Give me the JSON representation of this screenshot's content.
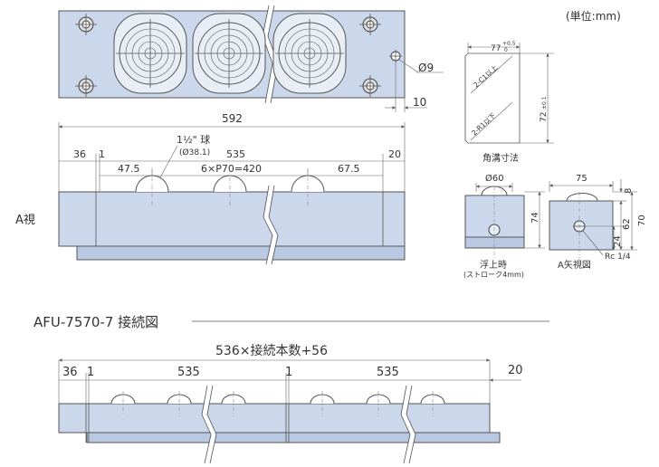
{
  "unit_note": "(単位:mm)",
  "top_view": {
    "hole_dim": "Ø9",
    "edge_dim": "10"
  },
  "corner_detail": {
    "width": "77",
    "width_tol_upper": "+0.5",
    "width_tol_lower": "0",
    "height": "72",
    "height_tol": "±0.1",
    "chamfer_top": "2-C1以上",
    "chamfer_bottom": "2-R1以下",
    "caption": "角溝寸法"
  },
  "front_view": {
    "view_label": "A視",
    "overall": "592",
    "ball_label": "1½\" 球",
    "ball_dia": "(Ø38.1)",
    "left_margin": "36",
    "gap": "1",
    "span": "535",
    "right_margin": "20",
    "first_pitch": "47.5",
    "pitch": "6×P70=420",
    "last_pitch": "67.5"
  },
  "float_view": {
    "dia": "Ø60",
    "height": "74",
    "caption_1": "浮上時",
    "caption_2": "(ストローク4mm)"
  },
  "side_view": {
    "width": "75",
    "dim_8": "8",
    "dim_62": "62",
    "dim_70": "70",
    "dim_24": "24",
    "port": "Rc 1/4",
    "caption": "A矢視図"
  },
  "connection": {
    "title": "AFU-7570-7 接続図",
    "formula": "536×接続本数+56",
    "left_margin": "36",
    "gap_1": "1",
    "span_1": "535",
    "gap_2": "1",
    "span_2": "535",
    "right_margin": "20"
  }
}
